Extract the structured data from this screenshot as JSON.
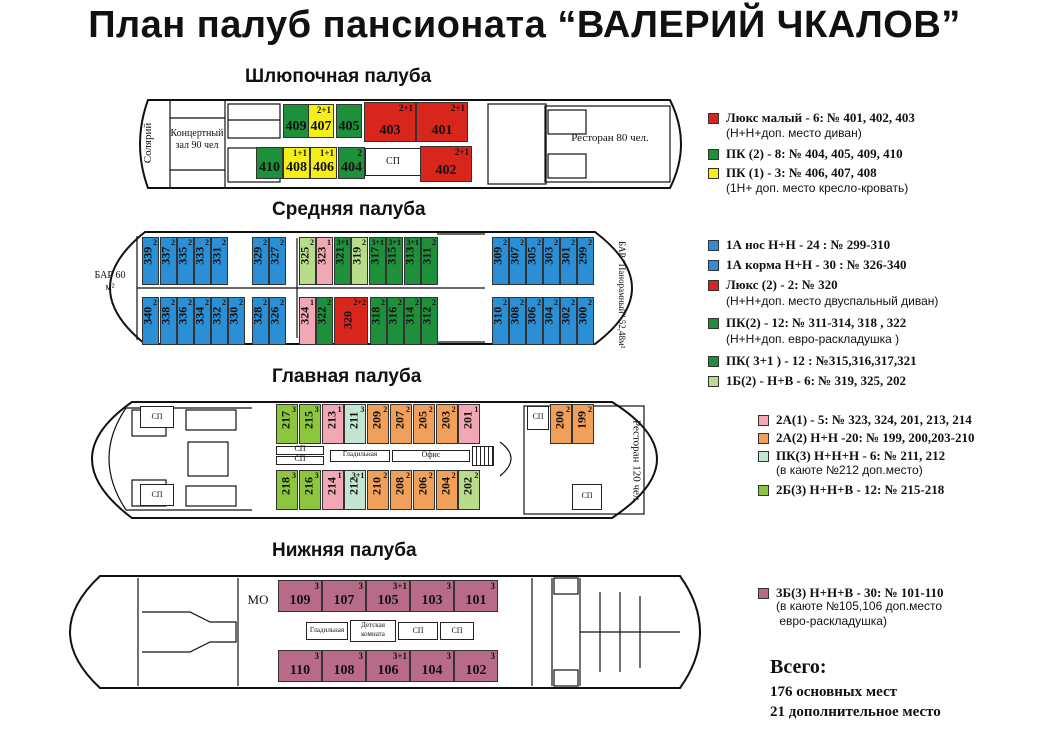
{
  "title": "План палуб пансионата  “ВАЛЕРИЙ ЧКАЛОВ”",
  "colors": {
    "red": "#d9261c",
    "green": "#1e8f3a",
    "yellow": "#f5ee1a",
    "blue": "#2b8fd6",
    "lightgreen": "#b8dc8a",
    "pink": "#f2a7b4",
    "orange": "#f0a05a",
    "mint": "#c2e6d2",
    "midgreen": "#8cc63f",
    "mauve": "#b86b88"
  },
  "decks": {
    "boat": {
      "title": "Шлюпочная палуба",
      "solarium": "Солярий",
      "hall": "Концертный зал 90 чел",
      "restaurant": "Ресторан 80 чел.",
      "sp": "СП",
      "cabins": [
        {
          "num": "409",
          "cap": "",
          "color": "green"
        },
        {
          "num": "407",
          "cap": "2+1",
          "color": "yellow"
        },
        {
          "num": "405",
          "cap": "",
          "color": "green"
        },
        {
          "num": "403",
          "cap": "2+1",
          "color": "red"
        },
        {
          "num": "401",
          "cap": "2+1",
          "color": "red"
        },
        {
          "num": "410",
          "cap": "",
          "color": "green"
        },
        {
          "num": "408",
          "cap": "1+1",
          "color": "yellow"
        },
        {
          "num": "406",
          "cap": "1+1",
          "color": "yellow"
        },
        {
          "num": "404",
          "cap": "2",
          "color": "green"
        },
        {
          "num": "402",
          "cap": "2+1",
          "color": "red"
        }
      ]
    },
    "middle": {
      "title": "Средняя палуба",
      "bar": "БАР 60 м²",
      "panorama_bar": "БАР “Панорамный” 52,48м²",
      "top": [
        {
          "num": "339",
          "cap": "2",
          "color": "blue"
        },
        {
          "num": "337",
          "cap": "2",
          "color": "blue"
        },
        {
          "num": "335",
          "cap": "2",
          "color": "blue"
        },
        {
          "num": "333",
          "cap": "2",
          "color": "blue"
        },
        {
          "num": "331",
          "cap": "2",
          "color": "blue"
        },
        {
          "num": "329",
          "cap": "2",
          "color": "blue"
        },
        {
          "num": "327",
          "cap": "2",
          "color": "blue"
        },
        {
          "num": "325",
          "cap": "2",
          "color": "lightgreen"
        },
        {
          "num": "323",
          "cap": "1",
          "color": "pink"
        },
        {
          "num": "321",
          "cap": "3+1",
          "color": "green"
        },
        {
          "num": "319",
          "cap": "2",
          "color": "lightgreen"
        },
        {
          "num": "317",
          "cap": "3+1",
          "color": "green"
        },
        {
          "num": "315",
          "cap": "3+1",
          "color": "green"
        },
        {
          "num": "313",
          "cap": "3+1",
          "color": "green"
        },
        {
          "num": "311",
          "cap": "2",
          "color": "green"
        },
        {
          "num": "309",
          "cap": "2",
          "color": "blue"
        },
        {
          "num": "307",
          "cap": "2",
          "color": "blue"
        },
        {
          "num": "305",
          "cap": "2",
          "color": "blue"
        },
        {
          "num": "303",
          "cap": "2",
          "color": "blue"
        },
        {
          "num": "301",
          "cap": "2",
          "color": "blue"
        },
        {
          "num": "299",
          "cap": "2",
          "color": "blue"
        }
      ],
      "bottom": [
        {
          "num": "340",
          "cap": "2",
          "color": "blue"
        },
        {
          "num": "338",
          "cap": "2",
          "color": "blue"
        },
        {
          "num": "336",
          "cap": "2",
          "color": "blue"
        },
        {
          "num": "334",
          "cap": "2",
          "color": "blue"
        },
        {
          "num": "332",
          "cap": "2",
          "color": "blue"
        },
        {
          "num": "330",
          "cap": "2",
          "color": "blue"
        },
        {
          "num": "328",
          "cap": "2",
          "color": "blue"
        },
        {
          "num": "326",
          "cap": "2",
          "color": "blue"
        },
        {
          "num": "324",
          "cap": "1",
          "color": "pink"
        },
        {
          "num": "322",
          "cap": "2",
          "color": "green"
        },
        {
          "num": "320",
          "cap": "2+2",
          "color": "red"
        },
        {
          "num": "318",
          "cap": "2",
          "color": "green"
        },
        {
          "num": "316",
          "cap": "2",
          "color": "green"
        },
        {
          "num": "314",
          "cap": "2",
          "color": "green"
        },
        {
          "num": "312",
          "cap": "2",
          "color": "green"
        },
        {
          "num": "310",
          "cap": "2",
          "color": "blue"
        },
        {
          "num": "308",
          "cap": "2",
          "color": "blue"
        },
        {
          "num": "306",
          "cap": "2",
          "color": "blue"
        },
        {
          "num": "304",
          "cap": "2",
          "color": "blue"
        },
        {
          "num": "302",
          "cap": "2",
          "color": "blue"
        },
        {
          "num": "300",
          "cap": "2",
          "color": "blue"
        }
      ]
    },
    "main": {
      "title": "Главная палуба",
      "sp": "СП",
      "ironing": "Гладильная",
      "office": "Офис",
      "restaurant": "Ресторан 120 чел.",
      "top": [
        {
          "num": "217",
          "cap": "3",
          "color": "midgreen"
        },
        {
          "num": "215",
          "cap": "3",
          "color": "midgreen"
        },
        {
          "num": "213",
          "cap": "1",
          "color": "pink"
        },
        {
          "num": "211",
          "cap": "3",
          "color": "mint"
        },
        {
          "num": "209",
          "cap": "2",
          "color": "orange"
        },
        {
          "num": "207",
          "cap": "2",
          "color": "orange"
        },
        {
          "num": "205",
          "cap": "2",
          "color": "orange"
        },
        {
          "num": "203",
          "cap": "2",
          "color": "orange"
        },
        {
          "num": "201",
          "cap": "1",
          "color": "pink"
        }
      ],
      "bottom": [
        {
          "num": "218",
          "cap": "3",
          "color": "midgreen"
        },
        {
          "num": "216",
          "cap": "3",
          "color": "midgreen"
        },
        {
          "num": "214",
          "cap": "1",
          "color": "pink"
        },
        {
          "num": "212",
          "cap": "3+1",
          "color": "mint"
        },
        {
          "num": "210",
          "cap": "2",
          "color": "orange"
        },
        {
          "num": "208",
          "cap": "2",
          "color": "orange"
        },
        {
          "num": "206",
          "cap": "2",
          "color": "orange"
        },
        {
          "num": "204",
          "cap": "2",
          "color": "orange"
        },
        {
          "num": "202",
          "cap": "2",
          "color": "lightgreen"
        }
      ],
      "aft": [
        {
          "num": "200",
          "cap": "2",
          "color": "orange"
        },
        {
          "num": "199",
          "cap": "2",
          "color": "orange"
        }
      ]
    },
    "lower": {
      "title": "Нижняя палуба",
      "mo": "МО",
      "ironing": "Гладильная",
      "kids": "Детская комната",
      "sp": "СП",
      "top": [
        {
          "num": "109",
          "cap": "3",
          "color": "mauve"
        },
        {
          "num": "107",
          "cap": "3",
          "color": "mauve"
        },
        {
          "num": "105",
          "cap": "3+1",
          "color": "mauve"
        },
        {
          "num": "103",
          "cap": "3",
          "color": "mauve"
        },
        {
          "num": "101",
          "cap": "3",
          "color": "mauve"
        }
      ],
      "bottom": [
        {
          "num": "110",
          "cap": "3",
          "color": "mauve"
        },
        {
          "num": "108",
          "cap": "3",
          "color": "mauve"
        },
        {
          "num": "106",
          "cap": "3+1",
          "color": "mauve"
        },
        {
          "num": "104",
          "cap": "3",
          "color": "mauve"
        },
        {
          "num": "102",
          "cap": "3",
          "color": "mauve"
        }
      ]
    }
  },
  "legend_boat": [
    {
      "color": "red",
      "text": "Люкс малый - 6: № 401, 402, 403",
      "note": "(Н+Н+доп. место диван)"
    },
    {
      "color": "green",
      "text": "ПК (2) - 8: № 404, 405, 409, 410",
      "note": ""
    },
    {
      "color": "yellow",
      "text": "ПК (1) - 3: № 406, 407, 408",
      "note": "(1Н+ доп. место кресло-кровать)"
    }
  ],
  "legend_middle": [
    {
      "color": "blue",
      "text": "1А нос  Н+Н - 24 : № 299-310",
      "note": ""
    },
    {
      "color": "blue",
      "text": "1А корма  Н+Н - 30 : № 326-340",
      "note": ""
    },
    {
      "color": "red",
      "text": "Люкс (2)  - 2: № 320",
      "note": "(Н+Н+доп. место двуспальный диван)"
    },
    {
      "color": "green",
      "text": "ПК(2) - 12: № 311-314, 318 , 322",
      "note": "(Н+Н+доп. евро-раскладушка )"
    },
    {
      "color": "green",
      "text": "ПК( 3+1 ) - 12 : №315,316,317,321",
      "note": ""
    },
    {
      "color": "lightgreen",
      "text": "1Б(2) - Н+В - 6: № 319, 325, 202",
      "note": ""
    }
  ],
  "legend_main": [
    {
      "color": "pink",
      "text": "2А(1) - 5: № 323, 324, 201, 213, 214",
      "note": ""
    },
    {
      "color": "orange",
      "text": "2А(2) Н+Н -20: № 199, 200,203-210",
      "note": ""
    },
    {
      "color": "mint",
      "text": "ПК(3) Н+Н+Н - 6: № 211, 212",
      "note": "(в каюте №212 доп.место)"
    },
    {
      "color": "midgreen",
      "text": "2Б(3) Н+Н+В - 12: № 215-218",
      "note": ""
    }
  ],
  "legend_lower": [
    {
      "color": "mauve",
      "text": "3Б(3) Н+Н+В - 30: № 101-110",
      "note": "(в каюте №105,106 доп.место\n евро-раскладушка)"
    }
  ],
  "totals": {
    "title": "Всего:",
    "line1": "176 основных мест",
    "line2": "21 дополнительное место"
  }
}
